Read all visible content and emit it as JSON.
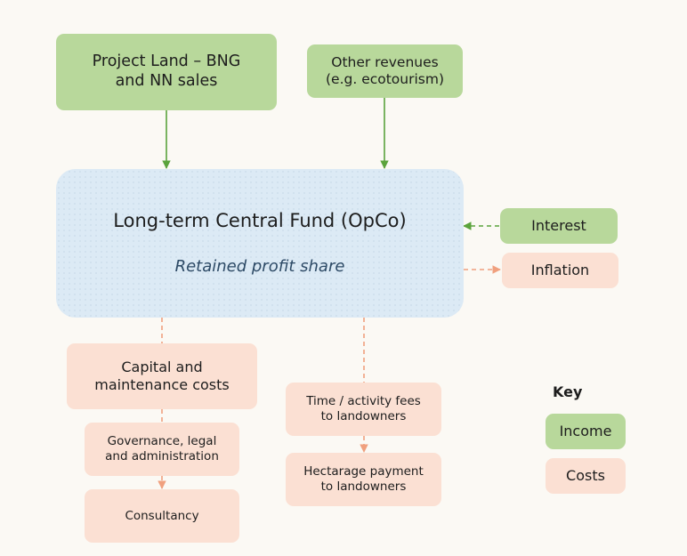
{
  "income": {
    "project_land": "Project Land – BNG\nand NN sales",
    "other_revenues": "Other revenues\n(e.g. ecotourism)",
    "interest": "Interest"
  },
  "fund": {
    "title": "Long-term Central Fund (OpCo)",
    "subtitle": "Retained profit share"
  },
  "costs": {
    "inflation": "Inflation",
    "capital": "Capital and\nmaintenance costs",
    "governance": "Governance, legal\nand administration",
    "consultancy": "Consultancy",
    "time_fees": "Time / activity fees\nto landowners",
    "hectarage": "Hectarage payment\nto landowners"
  },
  "key": {
    "title": "Key",
    "income": "Income",
    "costs": "Costs"
  },
  "colors": {
    "income": "#b8d89b",
    "costs": "#fbe0d3",
    "fund": "#dceaf5",
    "income_arrow": "#5aa33c",
    "cost_arrow": "#f0a07e"
  }
}
